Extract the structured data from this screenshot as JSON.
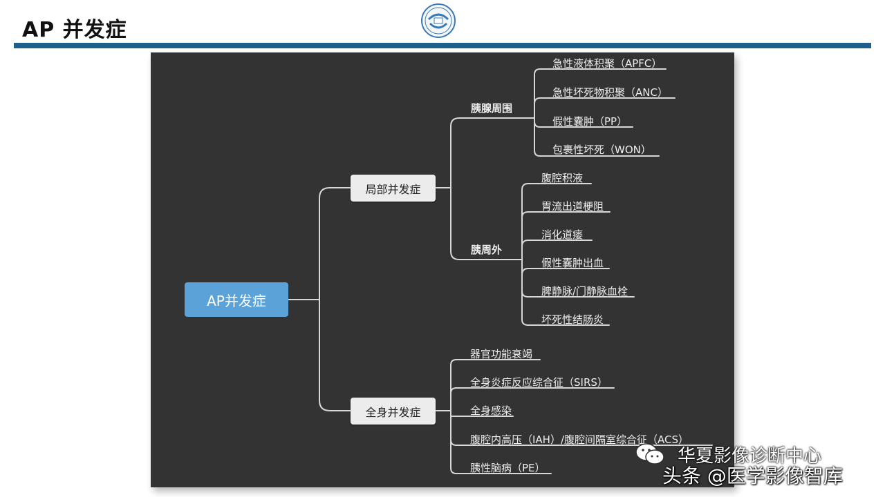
{
  "header": {
    "title": "AP 并发症"
  },
  "mindmap": {
    "root": "AP并发症",
    "local": {
      "label": "局部并发症",
      "peri": {
        "label": "胰腺周围",
        "items": [
          "急性液体积聚（APFC）",
          "急性坏死物积聚（ANC）",
          "假性囊肿（PP）",
          "包裹性坏死（WON）"
        ]
      },
      "extra": {
        "label": "胰周外",
        "items": [
          "腹腔积液",
          "胃流出道梗阻",
          "消化道瘘",
          "假性囊肿出血",
          "脾静脉/门静脉血栓",
          "坏死性结肠炎"
        ]
      }
    },
    "systemic": {
      "label": "全身并发症",
      "items": [
        "器官功能衰竭",
        "全身炎症反应综合征（SIRS）",
        "全身感染",
        "腹腔内高压（IAH）/腹腔间隔室综合征（ACS）",
        "胰性脑病（PE）"
      ]
    }
  },
  "watermark": {
    "line1": "华夏影像诊断中心",
    "line2": "头条 @医学影像智库"
  }
}
